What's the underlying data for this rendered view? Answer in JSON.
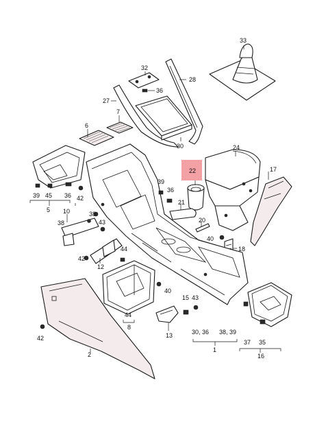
{
  "diagram": {
    "highlight": {
      "label": "22",
      "color": "#f4a1a6"
    },
    "callouts": {
      "c33": "33",
      "c32": "32",
      "c36a": "36",
      "c28": "28",
      "c27": "27",
      "c7": "7",
      "c6": "6",
      "c30a": "30",
      "c24": "24",
      "c17": "17",
      "c39a": "39",
      "c45": "45",
      "c36b": "36",
      "c42a": "42",
      "c5": "5",
      "c39b": "39",
      "c36c": "36",
      "c21": "21",
      "c20": "20",
      "c10": "10",
      "c38a": "38",
      "c38b": "38",
      "c43a": "43",
      "c40a": "40",
      "c18": "18",
      "c44a": "44",
      "c42b": "42",
      "c12": "12",
      "c40b": "40",
      "c15": "15",
      "c43b": "43",
      "c44b": "44",
      "c8": "8",
      "c13": "13",
      "c42c": "42",
      "c2": "2",
      "c1label": "30, 36",
      "c1labelb": "38, 39",
      "c1": "1",
      "c37": "37",
      "c35": "35",
      "c16": "16"
    },
    "colors": {
      "line": "#1a1a1a",
      "part_fill": "#f4ecec"
    }
  }
}
